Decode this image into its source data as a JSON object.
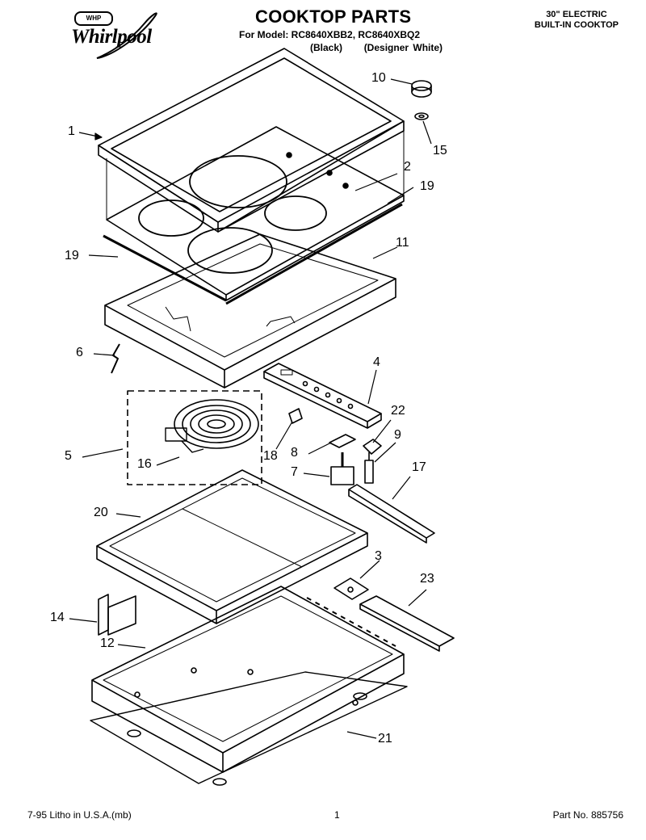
{
  "header": {
    "brand": "Whirlpool",
    "brand_badge": "WHP",
    "title": "COOKTOP PARTS",
    "model_line": "For Model: RC8640XBB2, RC8640XBQ2",
    "variant_black": "(Black)",
    "variant_white": "(Designer White)",
    "product_line1": "30\" ELECTRIC",
    "product_line2": "BUILT-IN COOKTOP"
  },
  "callouts": [
    "1",
    "2",
    "3",
    "4",
    "5",
    "6",
    "7",
    "8",
    "9",
    "10",
    "11",
    "12",
    "14",
    "15",
    "16",
    "17",
    "18",
    "19",
    "19",
    "20",
    "21",
    "22",
    "23"
  ],
  "footer": {
    "litho": "7-95 Litho in U.S.A.(mb)",
    "page": "1",
    "part_no": "Part No. 885756"
  }
}
